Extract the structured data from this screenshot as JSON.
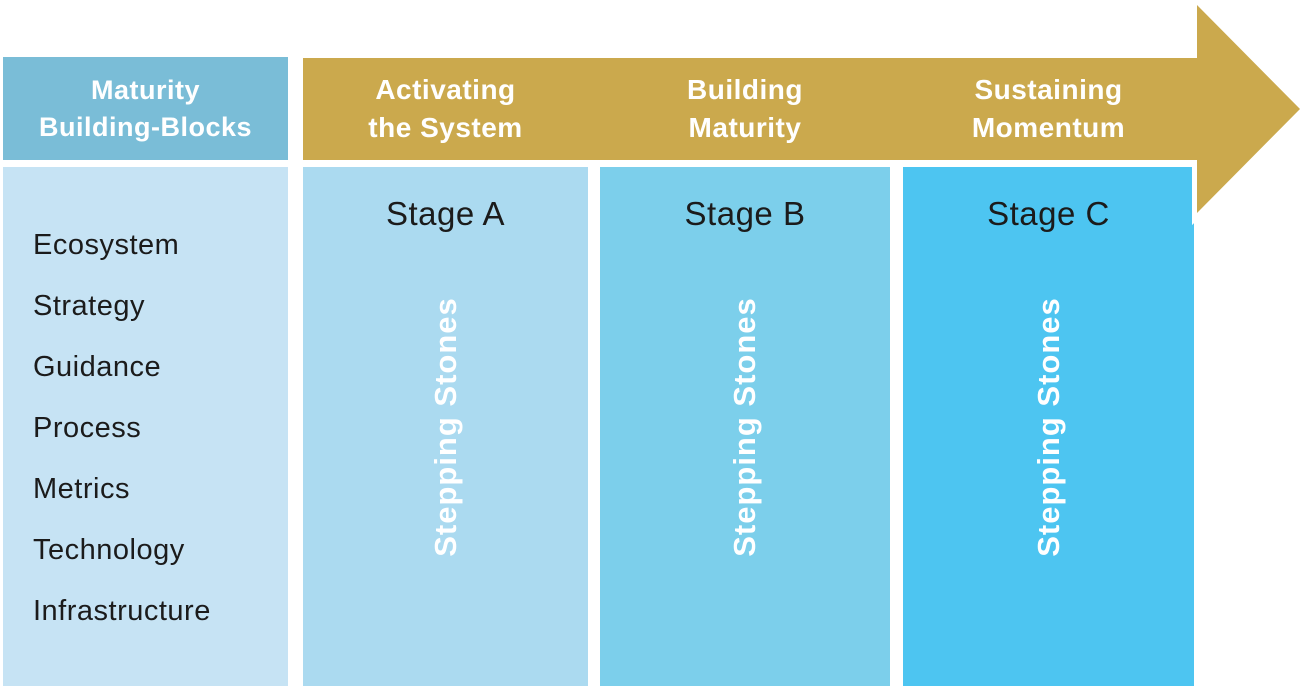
{
  "colors": {
    "header_teal": "#7ABDD7",
    "left_body_blue": "#C6E3F4",
    "arrow_gold": "#CBA94D",
    "stage_a_blue": "#ABDAF0",
    "stage_b_blue": "#7CCFEB",
    "stage_c_blue": "#4DC5F1",
    "text_dark": "#1b1b1b",
    "text_white": "#ffffff"
  },
  "left_panel": {
    "header": {
      "line1": "Maturity",
      "line2": "Building-Blocks"
    },
    "items": [
      "Ecosystem",
      "Strategy",
      "Guidance",
      "Process",
      "Metrics",
      "Technology",
      "Infrastructure"
    ]
  },
  "arrow": {
    "phases": [
      {
        "line1": "Activating",
        "line2": "the System"
      },
      {
        "line1": "Building",
        "line2": "Maturity"
      },
      {
        "line1": "Sustaining",
        "line2": "Momentum"
      }
    ]
  },
  "stages": [
    {
      "label": "Stage A",
      "watermark": "Stepping Stones"
    },
    {
      "label": "Stage B",
      "watermark": "Stepping Stones"
    },
    {
      "label": "Stage C",
      "watermark": "Stepping Stones"
    }
  ]
}
